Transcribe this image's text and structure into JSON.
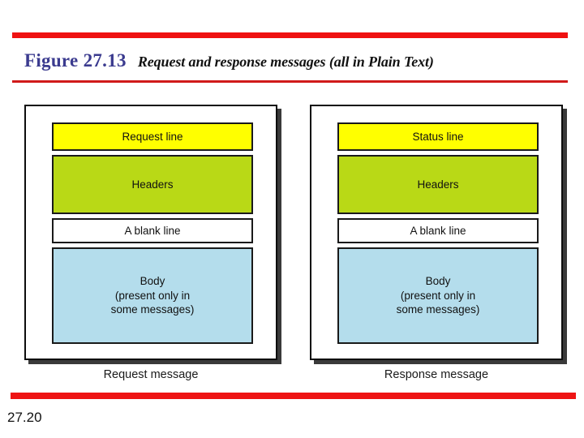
{
  "slide": {
    "figure_number": "Figure 27.13",
    "figure_caption": "Request and response messages (all in Plain Text)",
    "page_number": "27.20"
  },
  "colors": {
    "rule_red": "#ef1111",
    "figure_number_blue": "#3b3b8f",
    "start_line_yellow": "#ffff00",
    "headers_green": "#b9d916",
    "blank_line_white": "#ffffff",
    "body_blue": "#b4ddec",
    "border_black": "#1a1a1a",
    "shadow_gray": "#3a3a3a"
  },
  "diagram": {
    "type": "block-diagram",
    "panels": [
      {
        "id": "request-message",
        "caption": "Request message",
        "blocks": [
          {
            "id": "request-line",
            "label": "Request line",
            "color": "#ffff00"
          },
          {
            "id": "headers",
            "label": "Headers",
            "color": "#b9d916"
          },
          {
            "id": "blank-line",
            "label": "A blank line",
            "color": "#ffffff"
          },
          {
            "id": "body",
            "label": "Body",
            "sub_line_1": "(present only in",
            "sub_line_2": "some messages)",
            "color": "#b4ddec"
          }
        ]
      },
      {
        "id": "response-message",
        "caption": "Response message",
        "blocks": [
          {
            "id": "status-line",
            "label": "Status line",
            "color": "#ffff00"
          },
          {
            "id": "headers",
            "label": "Headers",
            "color": "#b9d916"
          },
          {
            "id": "blank-line",
            "label": "A blank line",
            "color": "#ffffff"
          },
          {
            "id": "body",
            "label": "Body",
            "sub_line_1": "(present only in",
            "sub_line_2": "some messages)",
            "color": "#b4ddec"
          }
        ]
      }
    ]
  }
}
